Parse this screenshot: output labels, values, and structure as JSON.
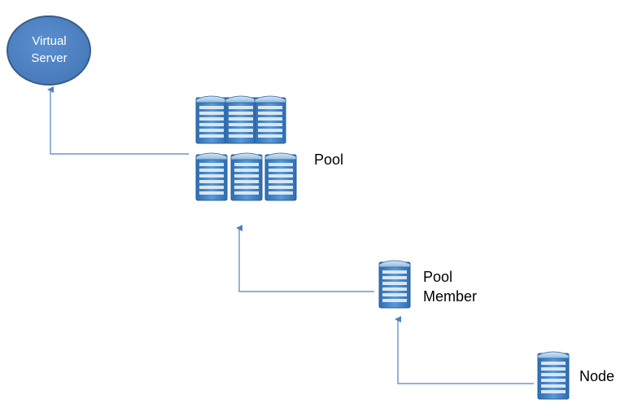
{
  "nodes": {
    "virtual_server": {
      "line1": "Virtual",
      "line2": "Server"
    },
    "pool": {
      "label": "Pool"
    },
    "pool_member": {
      "line1": "Pool",
      "line2": "Member"
    },
    "node": {
      "label": "Node"
    }
  },
  "edges": [
    {
      "from": "pool",
      "to": "virtual_server"
    },
    {
      "from": "pool_member",
      "to": "pool"
    },
    {
      "from": "node",
      "to": "pool_member"
    }
  ],
  "colors": {
    "ellipse_fill": "#4f81bd",
    "ellipse_stroke": "#385d8a",
    "connector": "#4f81bd",
    "server_body": "#4a86c8",
    "server_top": "#9cc3e6"
  },
  "icons": {
    "virtual_server": "ellipse-shape",
    "pool": "server-rack-icon",
    "pool_member": "server-tower-icon",
    "node": "server-tower-icon"
  }
}
